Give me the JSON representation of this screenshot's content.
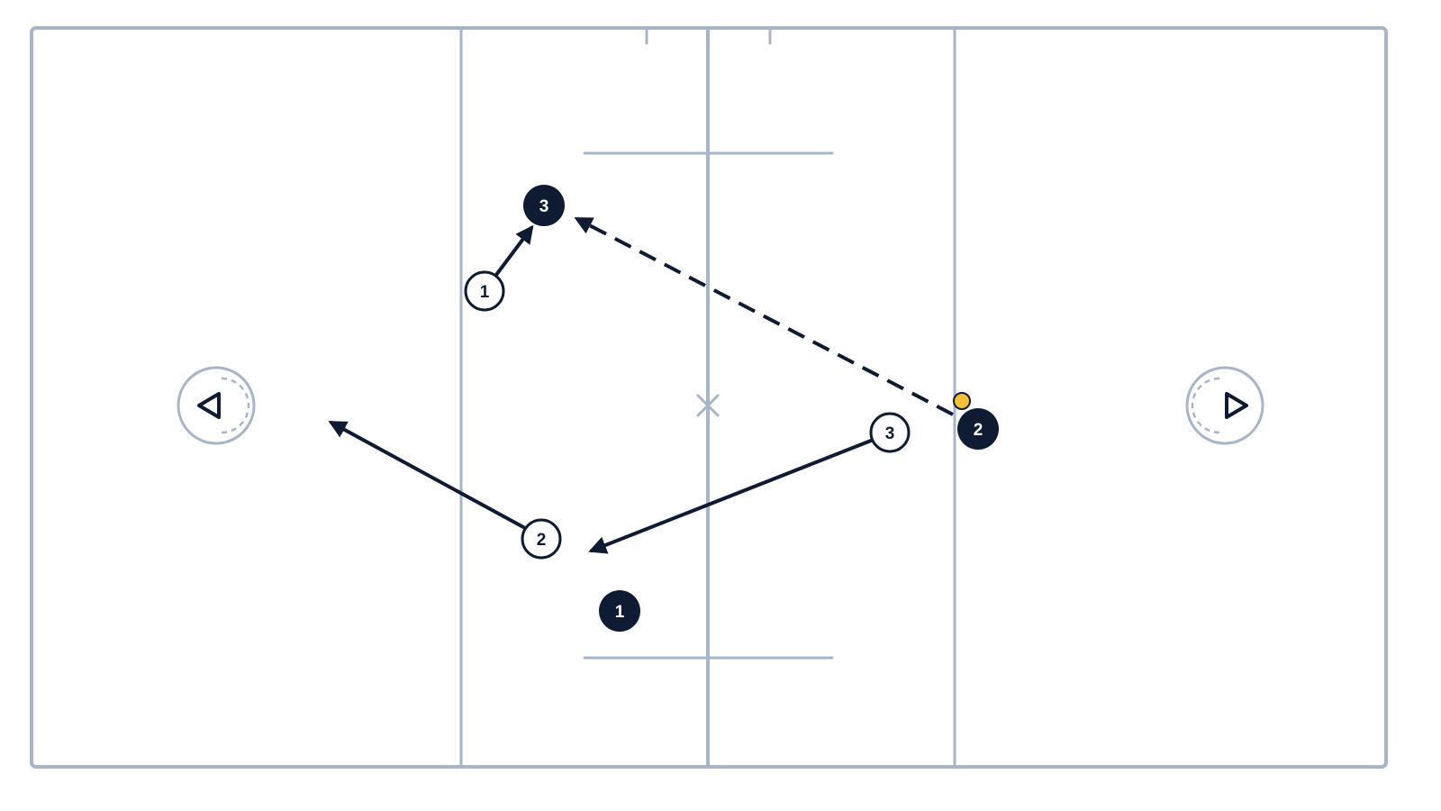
{
  "field": {
    "line_color": "#A7B5C8",
    "background": "#FFFFFF",
    "goals": [
      {
        "name": "left-goal",
        "direction": "left",
        "icon": "triangle-left-icon"
      },
      {
        "name": "right-goal",
        "direction": "right",
        "icon": "triangle-right-icon"
      }
    ],
    "center_mark": "x-mark-icon"
  },
  "colors": {
    "dark_team": "#0E1B33",
    "light_team_fill": "#FFFFFF",
    "light_team_stroke": "#0E1B33",
    "ball": "#F3C137",
    "ball_stroke": "#0E1B33",
    "arrow": "#0E1B33"
  },
  "players": {
    "dark": [
      {
        "id": "dark-1",
        "label": "1"
      },
      {
        "id": "dark-2",
        "label": "2"
      },
      {
        "id": "dark-3",
        "label": "3"
      }
    ],
    "light": [
      {
        "id": "light-1",
        "label": "1"
      },
      {
        "id": "light-2",
        "label": "2"
      },
      {
        "id": "light-3",
        "label": "3"
      }
    ]
  },
  "ball": {
    "holder": "dark-2"
  },
  "movements": [
    {
      "id": "run-light-1",
      "from": "light-1",
      "to": "dark-3",
      "style": "solid"
    },
    {
      "id": "pass-dark-2-to-dark-3",
      "from": "dark-2",
      "to": "dark-3",
      "style": "dashed"
    },
    {
      "id": "run-light-2",
      "from": "light-2",
      "to": "left-space",
      "style": "solid"
    },
    {
      "id": "run-light-3",
      "from": "light-3",
      "to": "below-light-2",
      "style": "solid"
    }
  ]
}
